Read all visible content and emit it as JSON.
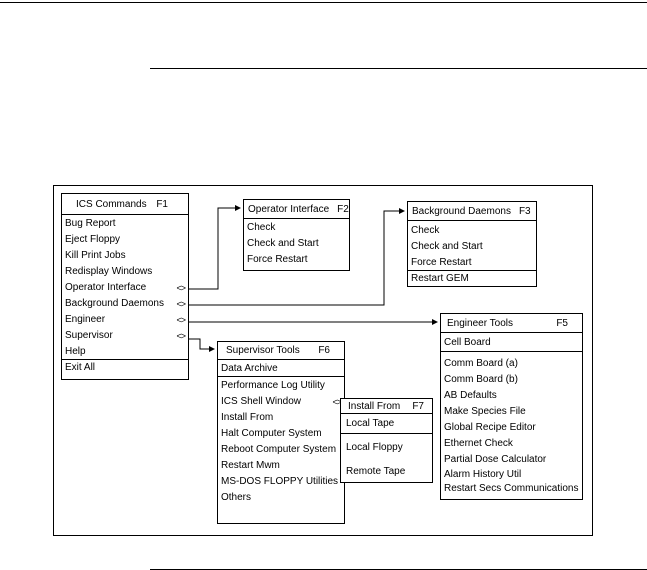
{
  "menus": {
    "ics": {
      "title": "ICS Commands",
      "fkey": "F1",
      "items": [
        "Bug Report",
        "Eject Floppy",
        "Kill Print Jobs",
        "Redisplay Windows",
        "Operator Interface",
        "Background Daemons",
        "Engineer",
        "Supervisor",
        "Help",
        "Exit All"
      ],
      "submenu_marker": "<>"
    },
    "operator": {
      "title": "Operator Interface",
      "fkey": "F2",
      "items": [
        "Check",
        "Check and Start",
        "Force Restart"
      ]
    },
    "background": {
      "title": "Background Daemons",
      "fkey": "F3",
      "items": [
        "Check",
        "Check and Start",
        "Force Restart",
        "Restart GEM"
      ]
    },
    "engineer": {
      "title": "Engineer Tools",
      "fkey": "F5",
      "items": [
        "Cell Board",
        "Comm Board (a)",
        "Comm Board (b)",
        "AB Defaults",
        "Make Species File",
        "Global Recipe Editor",
        "Ethernet Check",
        "Partial Dose Calculator",
        "Alarm History Util",
        "Restart Secs Communications"
      ]
    },
    "supervisor": {
      "title": "Supervisor Tools",
      "fkey": "F6",
      "items": [
        "Data Archive",
        "Performance Log Utility",
        "ICS Shell Window",
        "Install From",
        "Halt Computer System",
        "Reboot Computer System",
        "Restart Mwm",
        "MS-DOS FLOPPY Utilities",
        "Others"
      ]
    },
    "install": {
      "title": "Install From",
      "fkey": "F7",
      "items": [
        "Local Tape",
        "Local Floppy",
        "Remote Tape"
      ]
    }
  }
}
